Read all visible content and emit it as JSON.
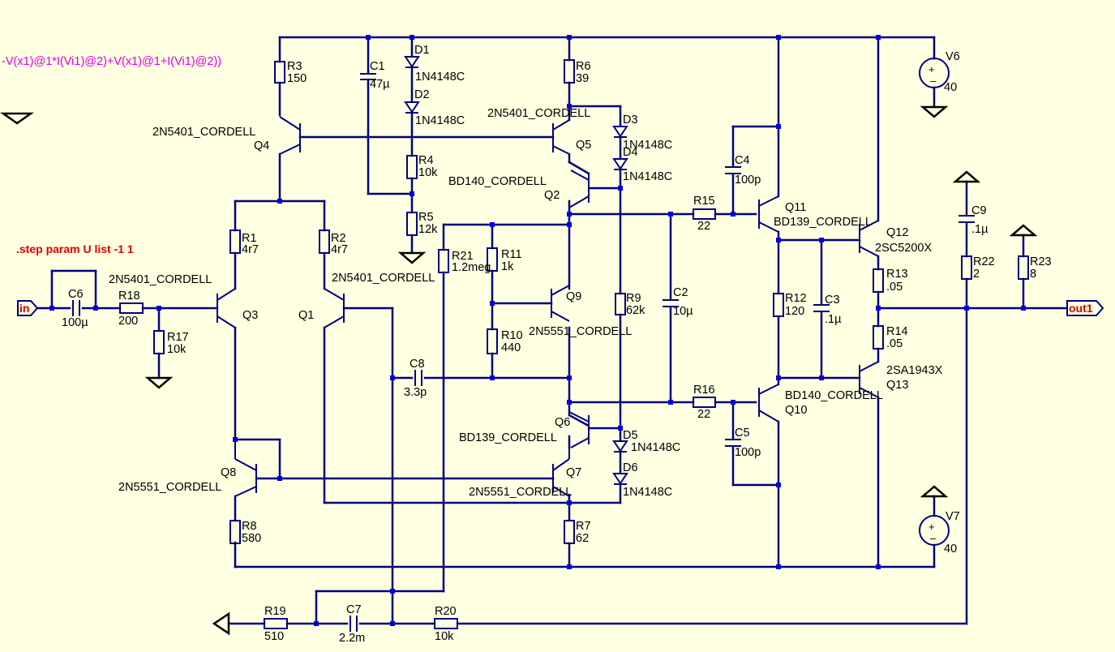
{
  "directive": {
    "expr": "-V(x1)@1*I(Vi1)@2)+V(x1)@1+I(Vi1)@2))",
    "step": ".step param U list -1 1"
  },
  "ports": {
    "in": "in",
    "out": "out1"
  },
  "components": {
    "R1": {
      "ref": "R1",
      "value": "4r7"
    },
    "R2": {
      "ref": "R2",
      "value": "4r7"
    },
    "R3": {
      "ref": "R3",
      "value": "150"
    },
    "R4": {
      "ref": "R4",
      "value": "10k"
    },
    "R5": {
      "ref": "R5",
      "value": "12k"
    },
    "R6": {
      "ref": "R6",
      "value": "39"
    },
    "R7": {
      "ref": "R7",
      "value": "62"
    },
    "R8": {
      "ref": "R8",
      "value": "580"
    },
    "R9": {
      "ref": "R9",
      "value": "62k"
    },
    "R10": {
      "ref": "R10",
      "value": "440"
    },
    "R11": {
      "ref": "R11",
      "value": "1k"
    },
    "R12": {
      "ref": "R12",
      "value": "120"
    },
    "R13": {
      "ref": "R13",
      "value": ".05"
    },
    "R14": {
      "ref": "R14",
      "value": ".05"
    },
    "R15": {
      "ref": "R15",
      "value": "22"
    },
    "R16": {
      "ref": "R16",
      "value": "22"
    },
    "R17": {
      "ref": "R17",
      "value": "10k"
    },
    "R18": {
      "ref": "R18",
      "value": "200"
    },
    "R19": {
      "ref": "R19",
      "value": "510"
    },
    "R20": {
      "ref": "R20",
      "value": "10k"
    },
    "R21": {
      "ref": "R21",
      "value": "1.2meg"
    },
    "R22": {
      "ref": "R22",
      "value": "2"
    },
    "R23": {
      "ref": "R23",
      "value": "8"
    },
    "C1": {
      "ref": "C1",
      "value": "47µ"
    },
    "C2": {
      "ref": "C2",
      "value": "10µ"
    },
    "C3": {
      "ref": "C3",
      "value": ".1µ"
    },
    "C4": {
      "ref": "C4",
      "value": "100p"
    },
    "C5": {
      "ref": "C5",
      "value": "100p"
    },
    "C6": {
      "ref": "C6",
      "value": "100µ"
    },
    "C7": {
      "ref": "C7",
      "value": "2.2m"
    },
    "C8": {
      "ref": "C8",
      "value": "3.3p"
    },
    "C9": {
      "ref": "C9",
      "value": ".1µ"
    },
    "D1": {
      "ref": "D1",
      "value": "1N4148C"
    },
    "D2": {
      "ref": "D2",
      "value": "1N4148C"
    },
    "D3": {
      "ref": "D3",
      "value": "1N4148C"
    },
    "D4": {
      "ref": "D4",
      "value": "1N4148C"
    },
    "D5": {
      "ref": "D5",
      "value": "1N4148C"
    },
    "D6": {
      "ref": "D6",
      "value": "1N4148C"
    },
    "Q1": {
      "ref": "Q1",
      "model": "2N5401_CORDELL"
    },
    "Q2": {
      "ref": "Q2",
      "model": "BD140_CORDELL"
    },
    "Q3": {
      "ref": "Q3",
      "model": "2N5401_CORDELL"
    },
    "Q4": {
      "ref": "Q4",
      "model": "2N5401_CORDELL"
    },
    "Q5": {
      "ref": "Q5",
      "model": "2N5401_CORDELL"
    },
    "Q6": {
      "ref": "Q6",
      "model": "BD139_CORDELL"
    },
    "Q7": {
      "ref": "Q7",
      "model": "2N5551_CORDELL"
    },
    "Q8": {
      "ref": "Q8",
      "model": "2N5551_CORDELL"
    },
    "Q9": {
      "ref": "Q9",
      "model": "2N5551_CORDELL"
    },
    "Q10": {
      "ref": "Q10",
      "model": "BD140_CORDELL"
    },
    "Q11": {
      "ref": "Q11",
      "model": "BD139_CORDELL"
    },
    "Q12": {
      "ref": "Q12",
      "model": "2SC5200X"
    },
    "Q13": {
      "ref": "Q13",
      "model": "2SA1943X"
    },
    "V6": {
      "ref": "V6",
      "value": "40"
    },
    "V7": {
      "ref": "V7",
      "value": "40"
    }
  }
}
